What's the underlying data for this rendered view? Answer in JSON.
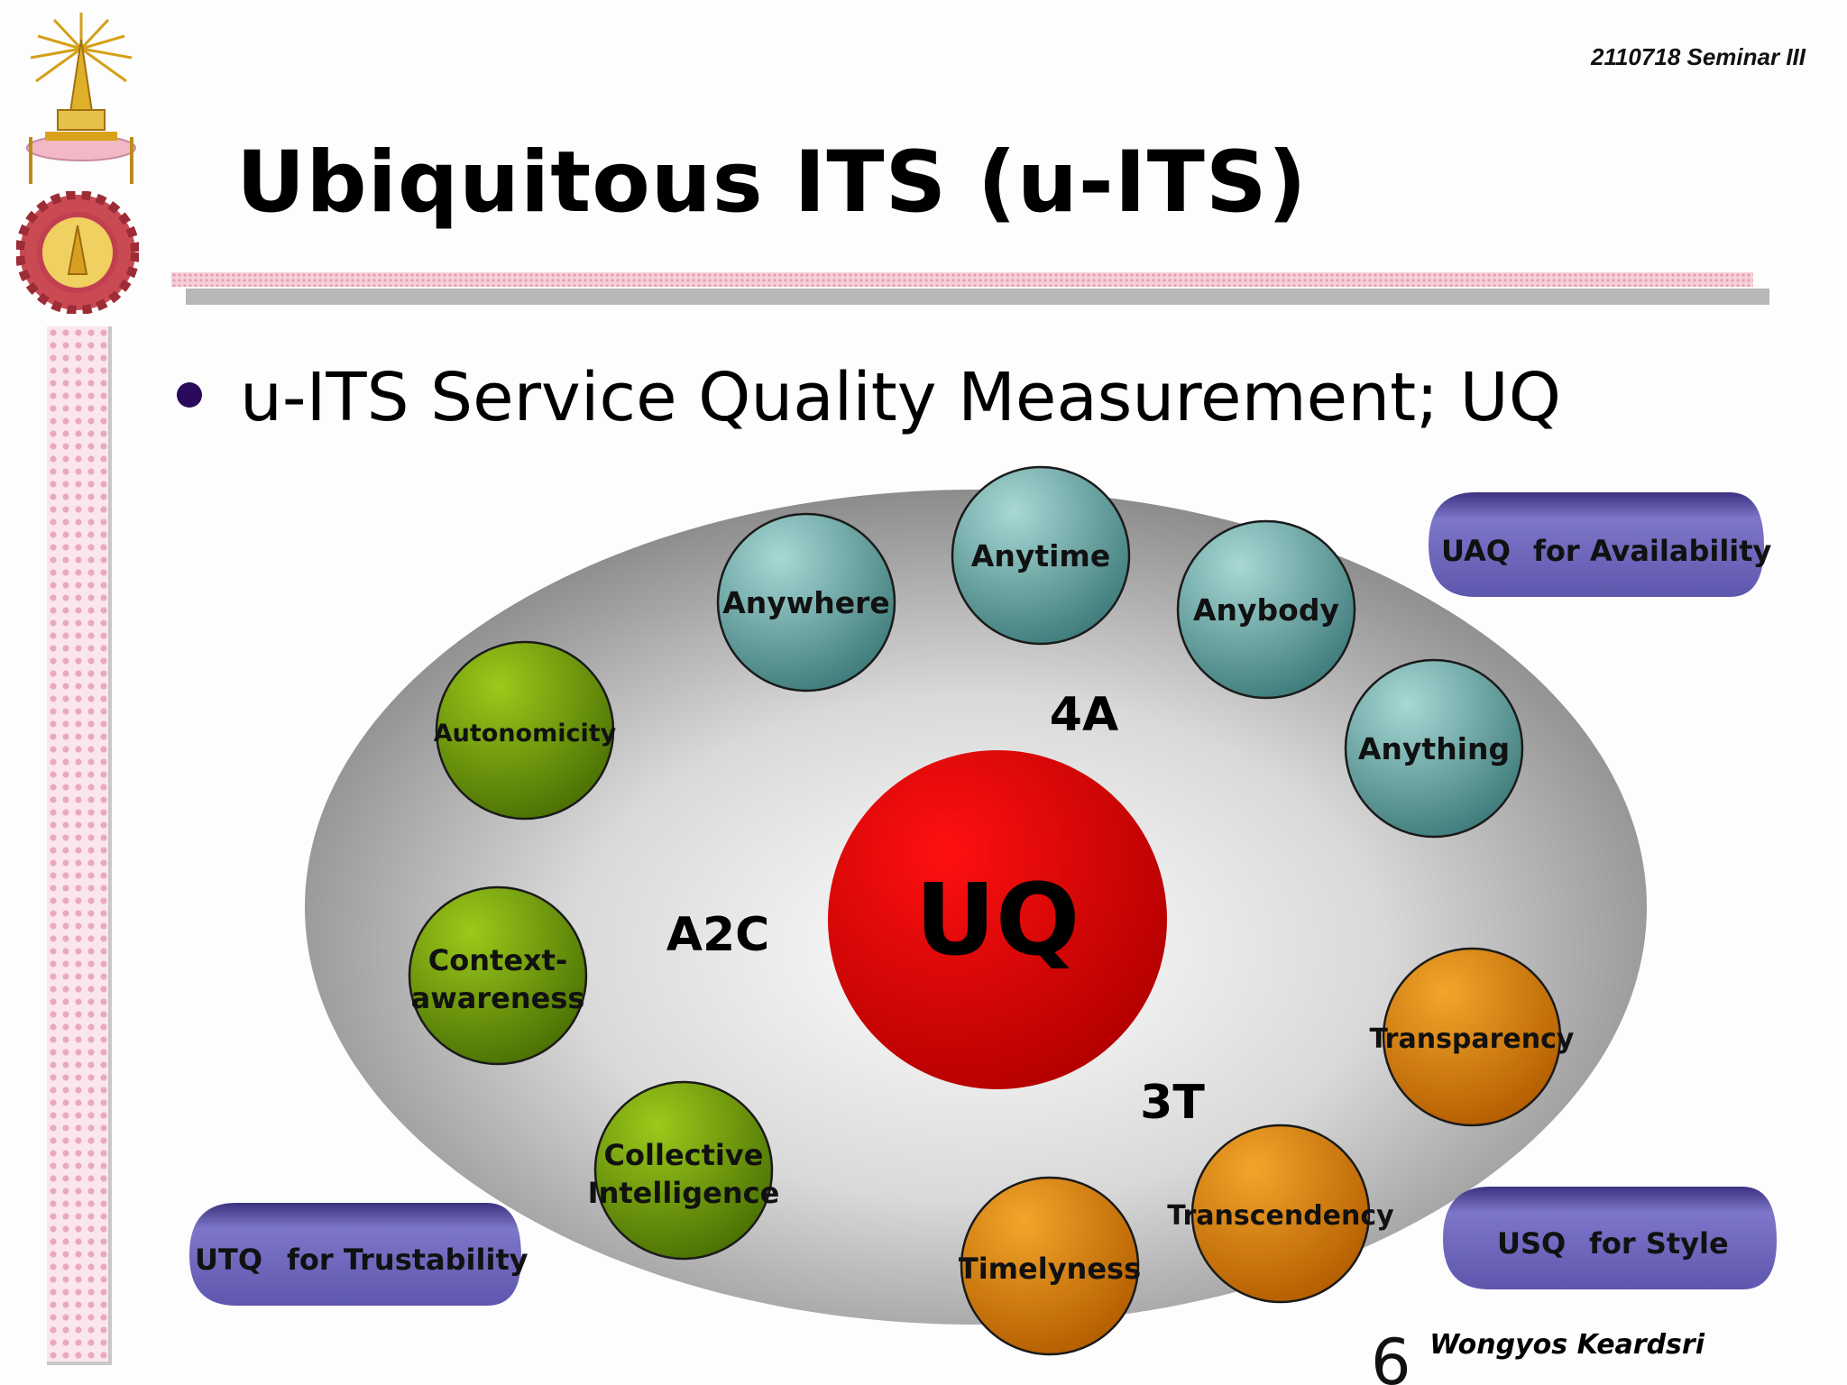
{
  "header": {
    "course": "2110718 Seminar III",
    "title": "Ubiquitous ITS (u-ITS)"
  },
  "bullet": {
    "text": "u-ITS Service Quality Measurement; UQ"
  },
  "diagram": {
    "center": "UQ",
    "groups": {
      "four_a": "4A",
      "a2c": "A2C",
      "three_t": "3T"
    },
    "nodes": {
      "anywhere": "Anywhere",
      "anytime": "Anytime",
      "anybody": "Anybody",
      "anything": "Anything",
      "autonomicity": "Autonomicity",
      "context_line1": "Context-",
      "context_line2": "awareness",
      "collective_line1": "Collective",
      "collective_line2": "Intelligence",
      "transparency": "Transparency",
      "transcendency": "Transcendency",
      "timelyness": "Timelyness"
    },
    "tags": {
      "uaq_code": "UAQ",
      "uaq_label": "for Availability",
      "utq_code": "UTQ",
      "utq_label": "for Trustability",
      "usq_code": "USQ",
      "usq_label": "for Style"
    },
    "colors": {
      "teal": "#5f9c9a",
      "green": "#6d9a07",
      "orange": "#d67a00",
      "red": "#d80000",
      "tag": "#6b63b5"
    }
  },
  "footer": {
    "page": "6",
    "author": "Wongyos Keardsri"
  }
}
